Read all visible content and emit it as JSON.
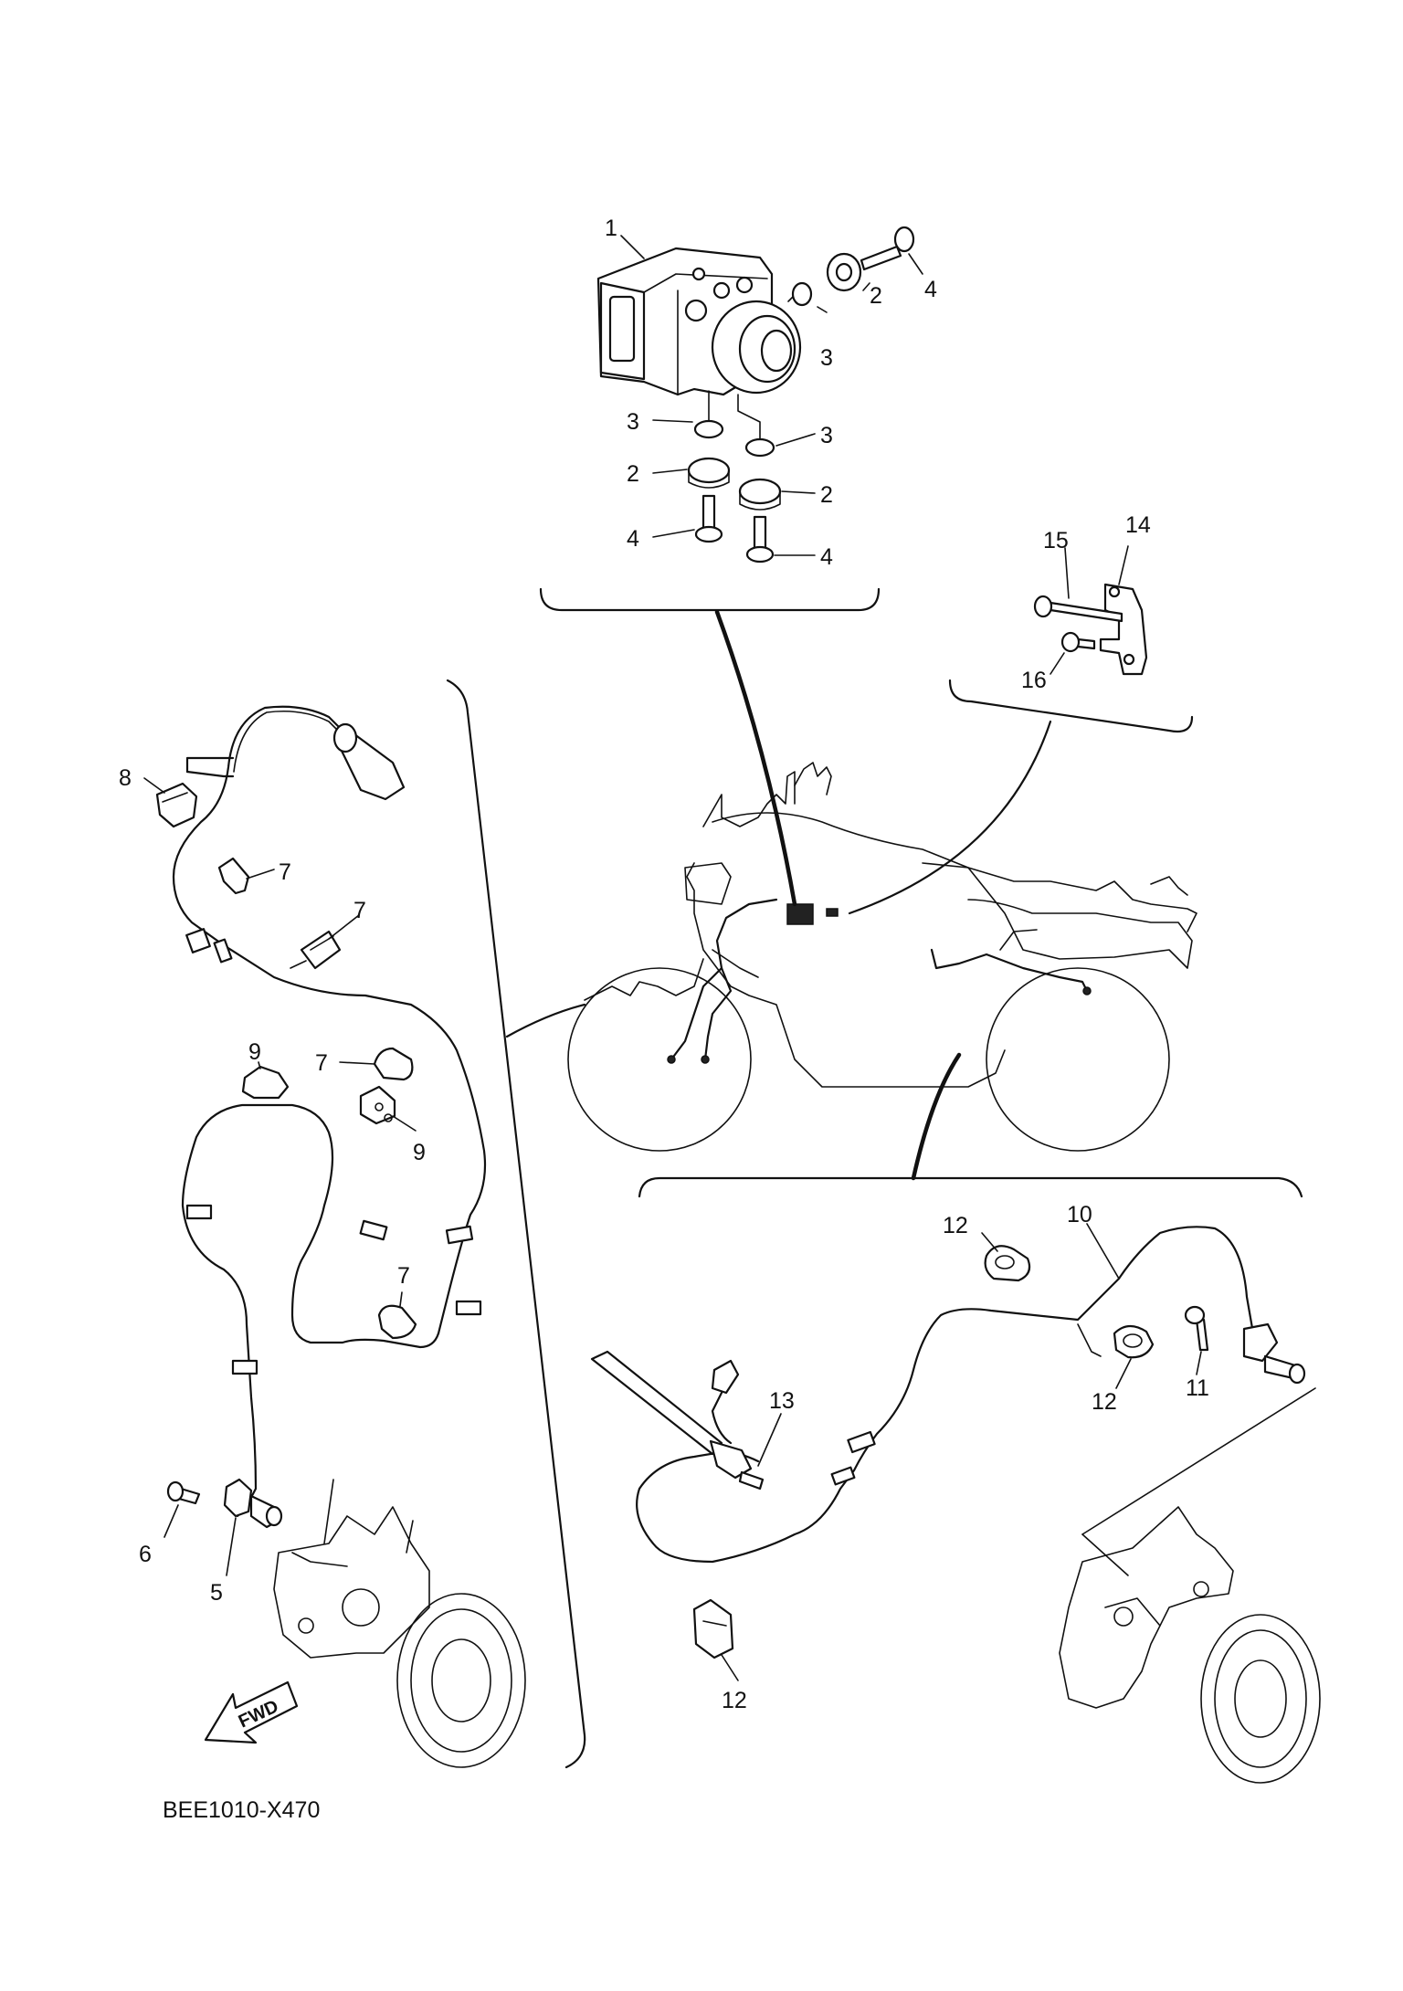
{
  "diagram": {
    "code": "BEE1010-X470",
    "fwd_label": "FWD",
    "callouts": {
      "p1": "1",
      "p2a": "2",
      "p2b": "2",
      "p2c": "2",
      "p3a": "3",
      "p3b": "3",
      "p3c": "3",
      "p4a": "4",
      "p4b": "4",
      "p4c": "4",
      "p5": "5",
      "p6": "6",
      "p7a": "7",
      "p7b": "7",
      "p7c": "7",
      "p7d": "7",
      "p8": "8",
      "p9a": "9",
      "p9b": "9",
      "p10": "10",
      "p11": "11",
      "p12a": "12",
      "p12b": "12",
      "p12c": "12",
      "p13": "13",
      "p14": "14",
      "p15": "15",
      "p16": "16"
    }
  }
}
